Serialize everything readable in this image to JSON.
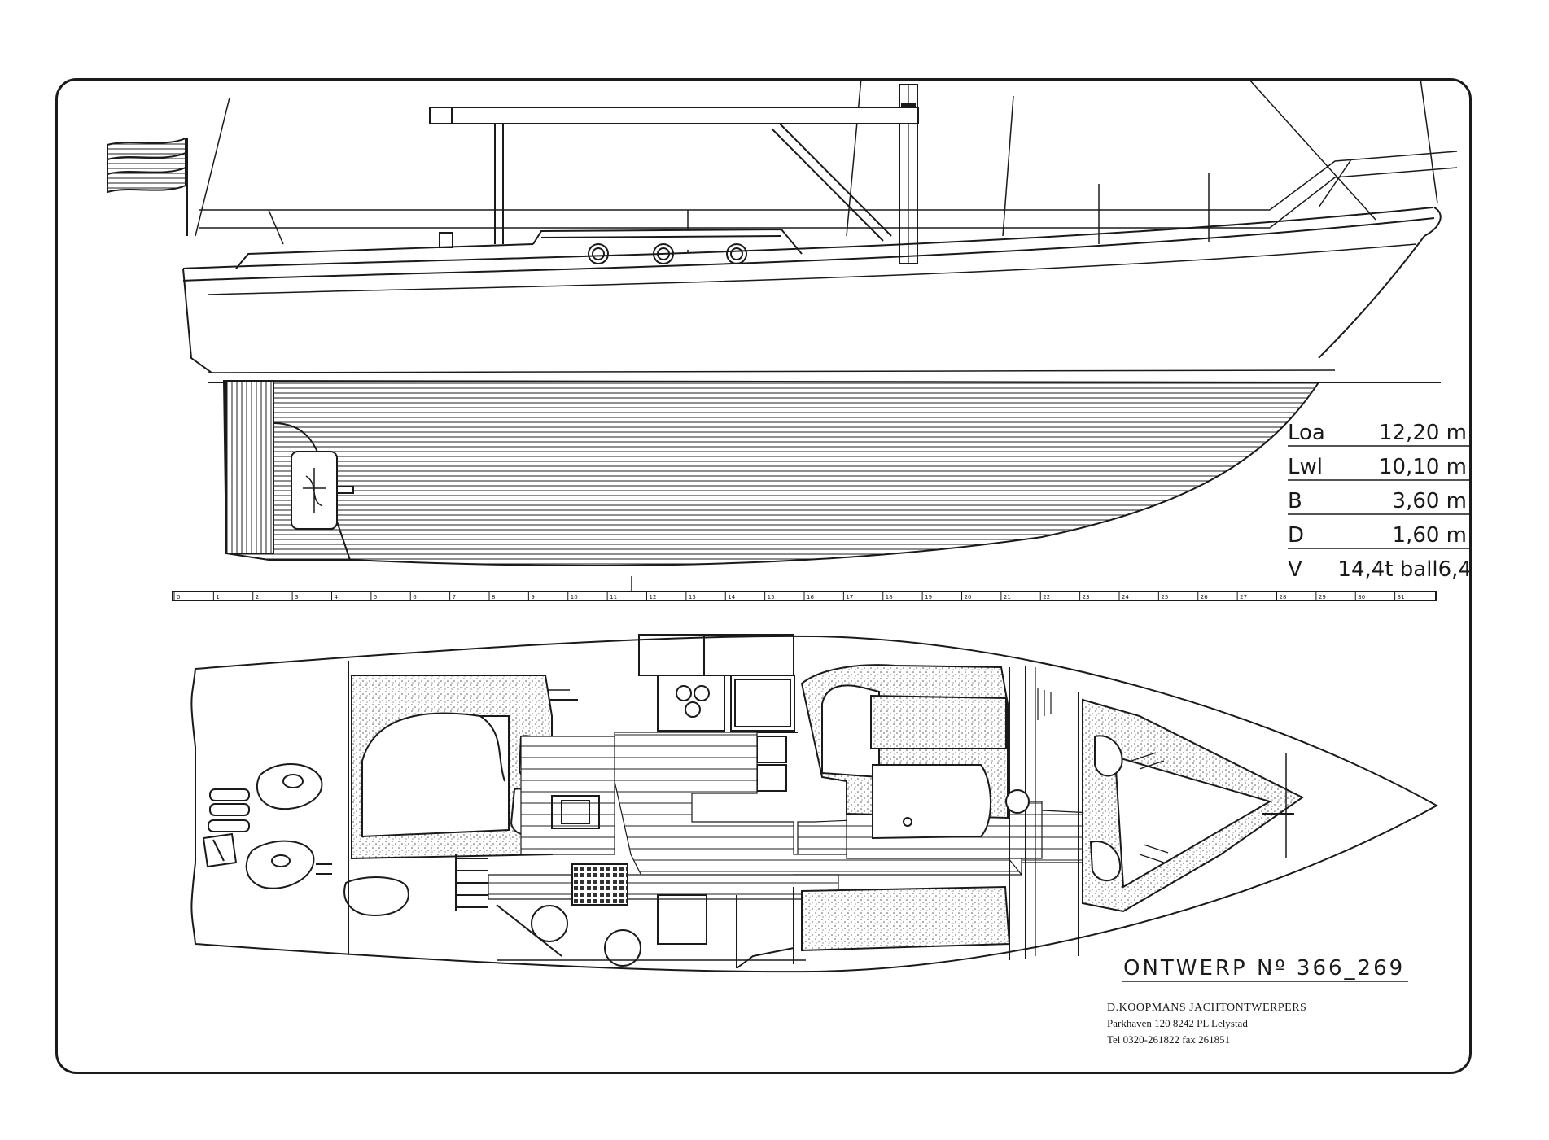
{
  "specs": [
    {
      "label": "Loa",
      "value": "12,20 m"
    },
    {
      "label": "Lwl",
      "value": "10,10 m"
    },
    {
      "label": "B",
      "value": "3,60 m"
    },
    {
      "label": "D",
      "value": "1,60 m"
    },
    {
      "label": "V",
      "value": "14,4t ball6,4"
    }
  ],
  "design": {
    "title": "ONTWERP Nº 366_269"
  },
  "studio": {
    "name": "D.KOOPMANS JACHTONTWERPERS",
    "address": "Parkhaven 120 8242 PL Lelystad",
    "phone": "Tel 0320-261822 fax 261851"
  },
  "scale_ruler": {
    "marks": [
      "0",
      "1",
      "2",
      "3",
      "4",
      "5",
      "6",
      "7",
      "8",
      "9",
      "10",
      "11",
      "12",
      "13",
      "14",
      "15",
      "16",
      "17",
      "18",
      "19",
      "20",
      "21",
      "22",
      "23",
      "24",
      "25",
      "26",
      "27",
      "28",
      "29",
      "30",
      "31"
    ]
  },
  "colors": {
    "ink": "#1a1a1a",
    "paper": "#ffffff",
    "stipple": "#555555"
  }
}
